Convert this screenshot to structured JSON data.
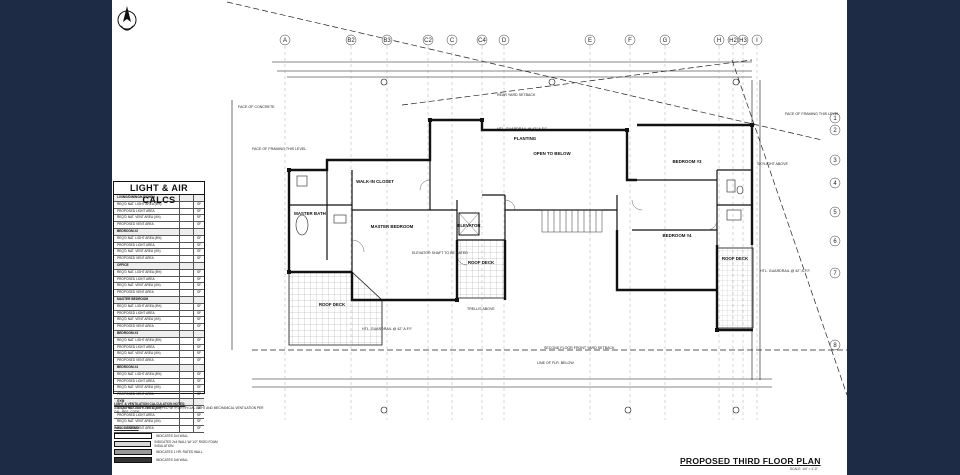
{
  "sheet": {
    "title": "PROPOSED THIRD FLOOR PLAN",
    "scale": "SCALE: 1/4\" = 1'-0\"",
    "colors": {
      "background": "#1d2b45",
      "paper": "#ffffff",
      "ink": "#111111"
    }
  },
  "light_air_calcs": {
    "title": "LIGHT & AIR CALCS",
    "rows": [
      {
        "label": "LIVING/DINING/KITCHEN",
        "value": "",
        "unit": "",
        "head": true
      },
      {
        "label": "REQ'D NAT. LIGHT AREA (8%)",
        "value": "",
        "unit": "SF"
      },
      {
        "label": "PROPOSED LIGHT AREA",
        "value": "",
        "unit": "SF"
      },
      {
        "label": "REQ'D NAT. VENT AREA (4%)",
        "value": "",
        "unit": "SF"
      },
      {
        "label": "PROPOSED VENT AREA",
        "value": "",
        "unit": "SF"
      },
      {
        "label": "BEDROOM #2",
        "value": "",
        "unit": "",
        "head": true
      },
      {
        "label": "REQ'D NAT. LIGHT AREA (8%)",
        "value": "",
        "unit": "SF"
      },
      {
        "label": "PROPOSED LIGHT AREA",
        "value": "",
        "unit": "SF"
      },
      {
        "label": "REQ'D NAT. VENT AREA (4%)",
        "value": "",
        "unit": "SF"
      },
      {
        "label": "PROPOSED VENT AREA",
        "value": "",
        "unit": "SF"
      },
      {
        "label": "OFFICE",
        "value": "",
        "unit": "",
        "head": true
      },
      {
        "label": "REQ'D NAT. LIGHT AREA (8%)",
        "value": "",
        "unit": "SF"
      },
      {
        "label": "PROPOSED LIGHT AREA",
        "value": "",
        "unit": "SF"
      },
      {
        "label": "REQ'D NAT. VENT AREA (4%)",
        "value": "",
        "unit": "SF"
      },
      {
        "label": "PROPOSED VENT AREA",
        "value": "",
        "unit": "SF"
      },
      {
        "label": "MASTER BEDROOM",
        "value": "",
        "unit": "",
        "head": true
      },
      {
        "label": "REQ'D NAT. LIGHT AREA (8%)",
        "value": "",
        "unit": "SF"
      },
      {
        "label": "PROPOSED LIGHT AREA",
        "value": "",
        "unit": "SF"
      },
      {
        "label": "REQ'D NAT. VENT AREA (4%)",
        "value": "",
        "unit": "SF"
      },
      {
        "label": "PROPOSED VENT AREA",
        "value": "",
        "unit": "SF"
      },
      {
        "label": "BEDROOM #3",
        "value": "",
        "unit": "",
        "head": true
      },
      {
        "label": "REQ'D NAT. LIGHT AREA (8%)",
        "value": "",
        "unit": "SF"
      },
      {
        "label": "PROPOSED LIGHT AREA",
        "value": "",
        "unit": "SF"
      },
      {
        "label": "REQ'D NAT. VENT AREA (4%)",
        "value": "",
        "unit": "SF"
      },
      {
        "label": "PROPOSED VENT AREA",
        "value": "",
        "unit": "SF"
      },
      {
        "label": "BEDROOM #4",
        "value": "",
        "unit": "",
        "head": true
      },
      {
        "label": "REQ'D NAT. LIGHT AREA (8%)",
        "value": "",
        "unit": "SF"
      },
      {
        "label": "PROPOSED LIGHT AREA",
        "value": "",
        "unit": "SF"
      },
      {
        "label": "REQ'D NAT. VENT AREA (4%)",
        "value": "",
        "unit": "SF"
      },
      {
        "label": "PROPOSED VENT AREA",
        "value": "",
        "unit": "SF"
      },
      {
        "label": "GYM",
        "value": "",
        "unit": "",
        "head": true
      },
      {
        "label": "REQ'D NAT. LIGHT AREA (8%)",
        "value": "",
        "unit": "SF"
      },
      {
        "label": "PROPOSED LIGHT AREA",
        "value": "",
        "unit": "SF"
      },
      {
        "label": "REQ'D NAT. VENT AREA (4%)",
        "value": "",
        "unit": "SF"
      },
      {
        "label": "PROPOSED VENT AREA",
        "value": "",
        "unit": "SF"
      }
    ]
  },
  "calc_notes": {
    "title": "LIGHT & VENTILATION CALCULATION NOTES:",
    "text": "ALL BATHROOMS TO BE EQUIPPED WITH ARTIFICIAL LIGHT AND MECHANICAL VENTILATION PER CAL. RES. CODE."
  },
  "wall_legend": {
    "title": "WALL LEGEND",
    "items": [
      {
        "text": "INDICATES 2x4 WALL",
        "fill": "#ffffff"
      },
      {
        "text": "INDICATES 2x4 WALL W/ 1/2\" RIGID FOAM INSULATION",
        "fill": "#d8d8d8"
      },
      {
        "text": "INDICATES 1 HR. RATED WALL",
        "fill": "#9a9a9a"
      },
      {
        "text": "INDICATES 2x6 WALL",
        "fill": "#333333"
      }
    ]
  },
  "grid_labels_top": [
    "A",
    "B2",
    "B3",
    "C2",
    "C",
    "C4",
    "D",
    "E",
    "F",
    "G",
    "H",
    "H2",
    "H3",
    "I"
  ],
  "grid_labels_right": [
    "1",
    "2",
    "3",
    "4",
    "5",
    "6",
    "7",
    "8"
  ],
  "rooms": {
    "master_bedroom": "MASTER BEDROOM",
    "walk_in_closet": "WALK-IN CLOSET",
    "master_bath": "MASTER BATH",
    "roof_deck_left": "ROOF DECK",
    "roof_deck_mid": "ROOF DECK",
    "roof_deck_right": "ROOF DECK",
    "elevator": "ELEVATOR",
    "bedroom_3": "BEDROOM #3",
    "bedroom_4": "BEDROOM #4",
    "planting": "PLANTING",
    "open_to_below": "OPEN TO BELOW"
  },
  "notes": {
    "face_of_concrete": "FACE OF CONCRETE",
    "face_of_framing_left": "FACE OF FRAMING THIS LEVEL",
    "face_of_framing_right": "FACE OF FRAMING THIS LEVEL",
    "rear_yard_setback": "REAR YARD SETBACK",
    "elevator_shaft": "ELEVATOR SHAFT TO BE RATED",
    "guardrail_left": "HTL. GUARDRAIL @ 42\" A.F.F.",
    "guardrail_mid": "HTL. GUARDRAIL @ 42\" A.F.F.",
    "guardrail_right": "HTL. GUARDRAIL @ 42\" A.F.F.",
    "line_of_flr_below": "LINE OF FLR. BELOW",
    "second_floor": "SECOND FLOOR FRONT YARD SETBACK",
    "skylight": "SKYLIGHT ABOVE",
    "trellis": "TRELLIS ABOVE"
  }
}
